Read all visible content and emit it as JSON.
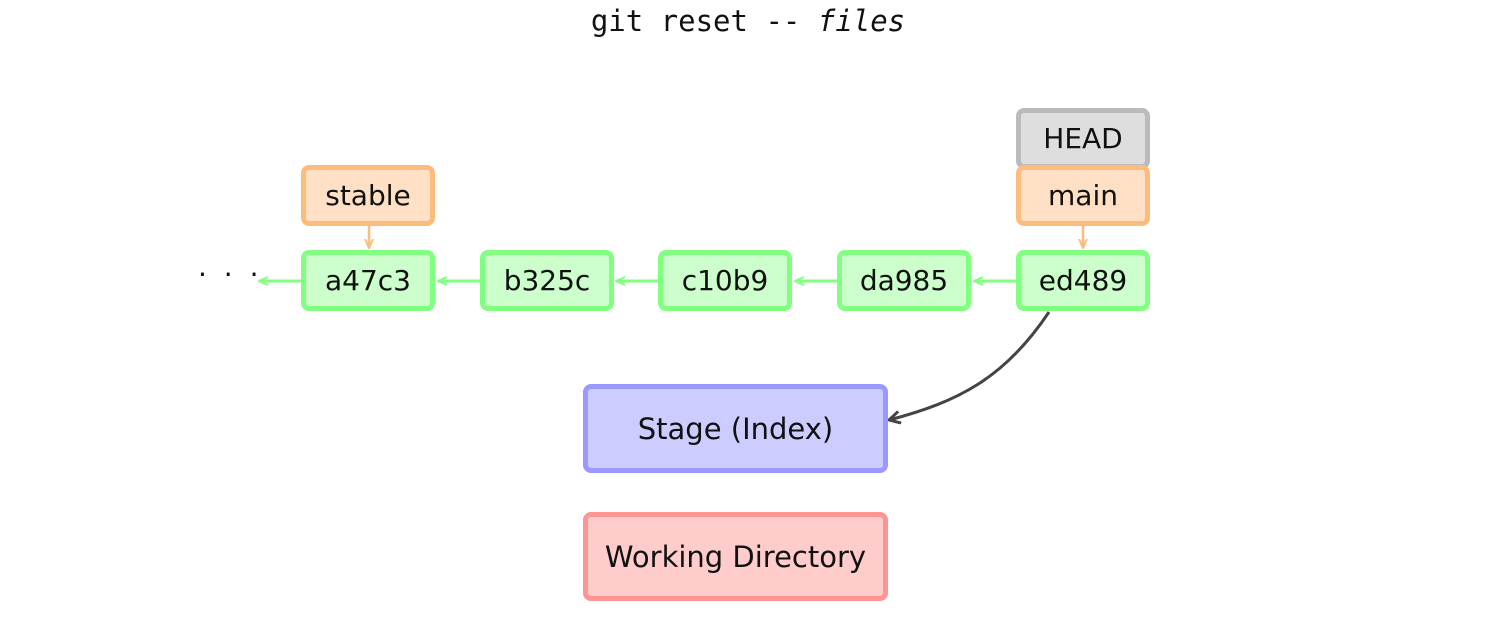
{
  "title": {
    "command": "git reset -- ",
    "argument": "files"
  },
  "ellipsis": "· · ·",
  "commits": [
    "a47c3",
    "b325c",
    "c10b9",
    "da985",
    "ed489"
  ],
  "branches": {
    "stable": "stable",
    "main": "main",
    "head": "HEAD"
  },
  "areas": {
    "stage": "Stage (Index)",
    "working_directory": "Working Directory"
  },
  "colors": {
    "commit_fill": "#ccffcc",
    "commit_border": "#80ff80",
    "branch_fill": "#ffe0c4",
    "branch_border": "#fbbc7d",
    "head_fill": "#dedede",
    "head_border": "#bbbbbb",
    "stage_fill": "#ccccff",
    "stage_border": "#9999ff",
    "wd_fill": "#ffcccc",
    "wd_border": "#ff9494",
    "reset_arrow": "#444444"
  }
}
